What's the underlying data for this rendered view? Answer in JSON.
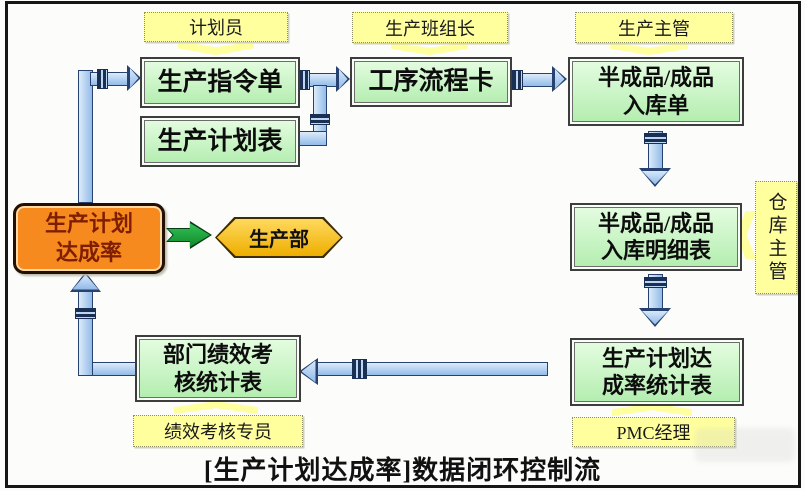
{
  "flow": {
    "title": "[生产计划达成率]数据闭环控制流",
    "roles": {
      "planner": "计划员",
      "team_leader": "生产班组长",
      "production_supervisor": "生产主管",
      "warehouse_supervisor": "仓库主管",
      "pmc_manager": "PMC经理",
      "performance_specialist": "绩效考核专员"
    },
    "documents": {
      "production_order": "生产指令单",
      "production_plan": "生产计划表",
      "process_flow_card": "工序流程卡",
      "warehouse_receipt_line1": "半成品/成品",
      "warehouse_receipt_line2": "入库单",
      "warehouse_detail_line1": "半成品/成品",
      "warehouse_detail_line2": "入库明细表",
      "achievement_stats_line1": "生产计划达",
      "achievement_stats_line2": "成率统计表",
      "dept_performance_line1": "部门绩效考",
      "dept_performance_line2": "核统计表"
    },
    "kpi_line1": "生产计划",
    "kpi_line2": "达成率",
    "department": "生产部"
  },
  "colors": {
    "role_fill": "#FFFF9E",
    "doc_fill": "#C9F4C4",
    "kpi_fill": "#F68A1E",
    "kpi_text": "#7E1E00",
    "hexagon_fill": "#FFC929",
    "flow_arrow_fill": "#A9C9EC",
    "green_arrow_fill": "#1E9E3C",
    "frame": "#161616"
  }
}
